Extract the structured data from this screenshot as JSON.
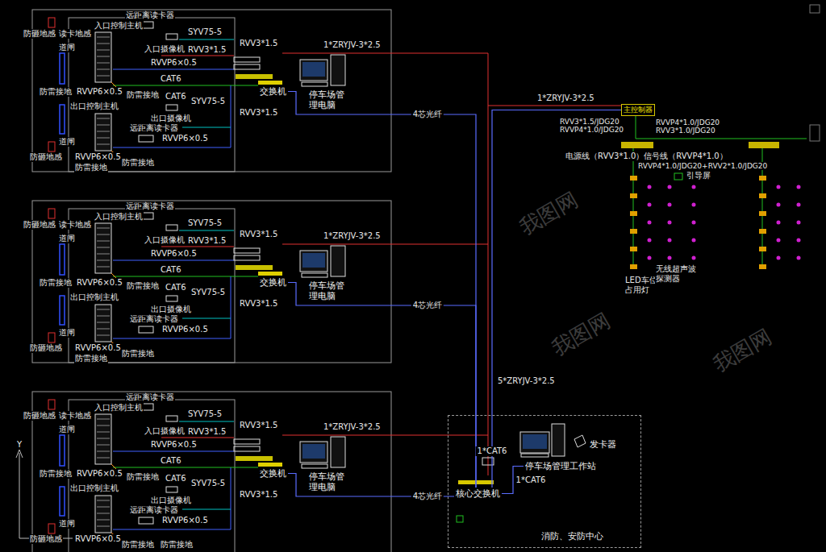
{
  "diagram": {
    "nodes": [
      {
        "text": [
          "交换机"
        ]
      },
      {
        "text": [
          "停车场管理电脑"
        ]
      },
      {
        "text": [
          "交换机"
        ]
      },
      {
        "text": [
          "停车场管理电脑"
        ]
      },
      {
        "text": [
          "交换机"
        ]
      },
      {
        "text": [
          "停车场管理电脑"
        ]
      },
      {
        "text": [
          "消防、安防中心"
        ]
      },
      {
        "text": [
          "核心交换机"
        ],
        "in": 6
      },
      {
        "text": [
          "停车场管理工作站"
        ],
        "in": 6
      },
      {
        "text": [
          "发卡器"
        ],
        "in": 6
      },
      {
        "text": [
          "主控制器"
        ]
      }
    ],
    "edges": [
      {
        "from": 0,
        "to": 7,
        "arrow": "none",
        "label": "4芯光纤"
      },
      {
        "from": 2,
        "to": 7,
        "arrow": "none",
        "label": "4芯光纤"
      },
      {
        "from": 4,
        "to": 7,
        "arrow": "none",
        "label": "4芯光纤"
      },
      {
        "from": 7,
        "to": 8,
        "arrow": "none",
        "label": "1*CAT6"
      },
      {
        "from": 7,
        "to": 10,
        "arrow": "none",
        "label": "1*CAT6"
      }
    ],
    "labels": [
      "远距离读卡器",
      "防砸地感",
      "读卡地感",
      "入口控制主机",
      "道闸",
      "入口摄像机",
      "SYV75-5",
      "RVV3*1.5",
      "RVV3*1.5",
      "RVVP6×0.5",
      "CAT6",
      "1*ZRYJV-3*2.5",
      "防雷接地",
      "RVVP6×0.5",
      "防雷接地",
      "出口控制主机",
      "CAT6",
      "SYV75-5",
      "出口摄像机",
      "远距离读卡器",
      "RVVP6×0.5",
      "RVV3*1.5",
      "道闸",
      "防砸地感",
      "RVVP6×0.5",
      "防雷接地",
      "防雷接地",
      "远距离读卡器",
      "防砸地感",
      "读卡地感",
      "入口控制主机",
      "道闸",
      "入口摄像机",
      "SYV75-5",
      "RVV3*1.5",
      "RVV3*1.5",
      "RVVP6×0.5",
      "CAT6",
      "1*ZRYJV-3*2.5",
      "防雷接地",
      "RVVP6×0.5",
      "防雷接地",
      "出口控制主机",
      "CAT6",
      "SYV75-5",
      "出口摄像机",
      "远距离读卡器",
      "RVVP6×0.5",
      "RVV3*1.5",
      "道闸",
      "防砸地感",
      "RVVP6×0.5",
      "防雷接地",
      "防雷接地",
      "远距离读卡器",
      "防砸地感",
      "读卡地感",
      "入口控制主机",
      "道闸",
      "入口摄像机",
      "SYV75-5",
      "RVV3*1.5",
      "RVV3*1.5",
      "RVVP6×0.5",
      "CAT6",
      "1*ZRYJV-3*2.5",
      "防雷接地",
      "RVVP6×0.5",
      "防雷接地",
      "出口控制主机",
      "CAT6",
      "SYV75-5",
      "出口摄像机",
      "远距离读卡器",
      "RVVP6×0.5",
      "RVV3*1.5",
      "道闸",
      "防砸地感",
      "RVVP6×0.5",
      "防雷接地",
      "防雷接地",
      "1*ZRYJV-3*2.5",
      "5*ZRYJV-3*2.5",
      "RVV3*1.5/JDG20",
      "RVVP4*1.0/JDG20",
      "RVVP4*1.0/JDG20",
      "RVV3*1.0/JDG20",
      "电源线（RVV3*1.0）信号线（RVVP4*1.0）",
      "RVVP4*1.0/JDG20+RVV2*1.0/JDG20",
      "引导屏",
      "LED车位占用灯",
      "无线超声波探测器",
      "我图网",
      "我图网",
      "我图网",
      "Y"
    ]
  }
}
